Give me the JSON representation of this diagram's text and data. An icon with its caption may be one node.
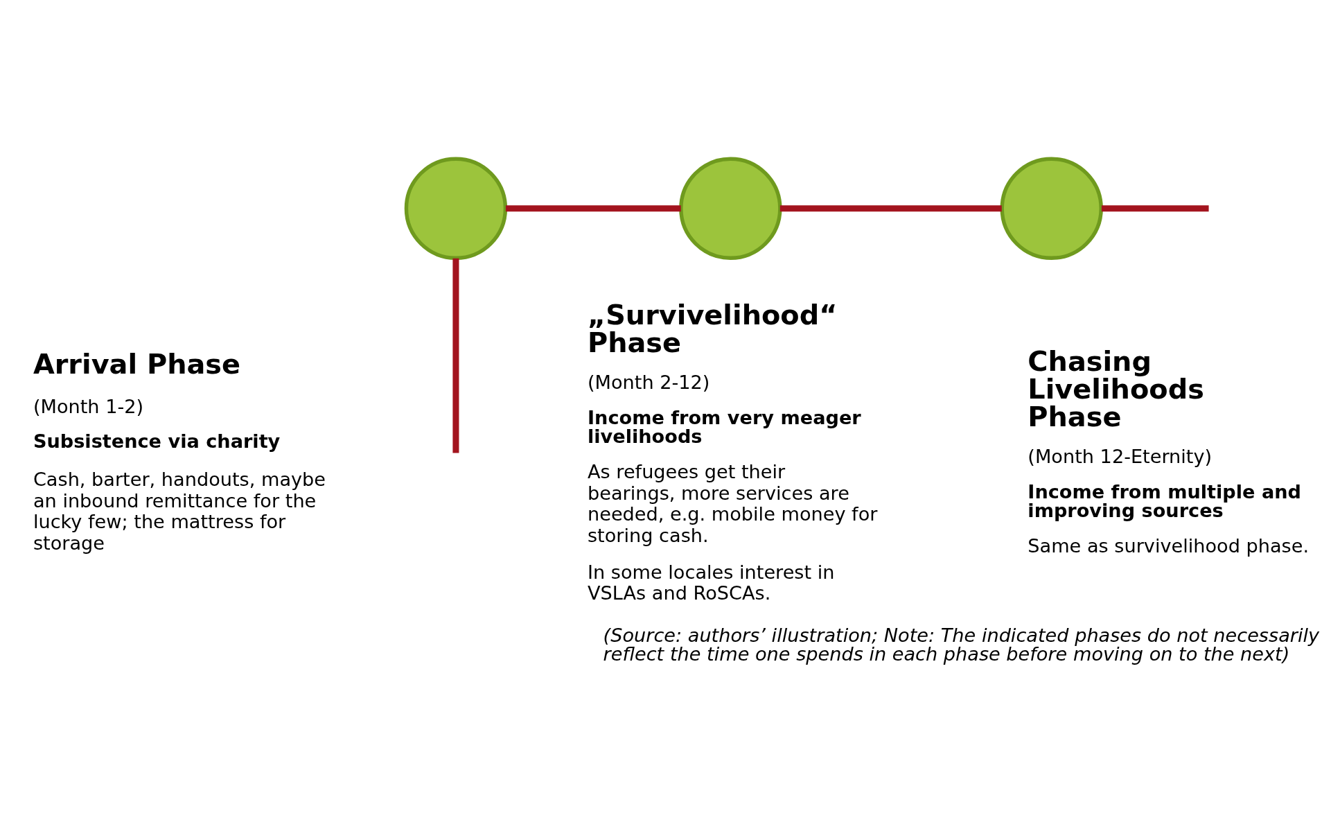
{
  "diagram": {
    "caption": "(Source: authors’ illustration; Note: The indicated phases do not necessarily reflect the time one spends in each phase before moving on to the next)",
    "nodes": [
      {
        "text": [],
        "shape": "circle",
        "beside": [
          "Arrival Phase",
          "(Month 1-2)",
          "Subsistence via charity",
          "Cash, barter, handouts, maybe an inbound remittance for the lucky few; the mattress for storage"
        ]
      },
      {
        "text": [],
        "shape": "circle",
        "beside": [
          "„Survivelihood“ Phase",
          "(Month 2-12)",
          "Income from very meager livelihoods",
          "As refugees get their bearings, more services are needed, e.g. mobile money for storing cash.",
          "In some locales interest in VSLAs and RoSCAs."
        ]
      },
      {
        "text": [],
        "shape": "circle",
        "beside": [
          "Chasing Livelihoods Phase",
          "(Month 12-Eternity)",
          "Income from multiple and improving sources",
          "Same as survivelihood phase."
        ]
      }
    ],
    "edges": [
      {
        "from": 0,
        "to": null,
        "arrow": "none"
      },
      {
        "from": 0,
        "to": 1,
        "arrow": "none"
      },
      {
        "from": 1,
        "to": 2,
        "arrow": "none"
      },
      {
        "from": 2,
        "to": null,
        "arrow": "none"
      }
    ]
  }
}
